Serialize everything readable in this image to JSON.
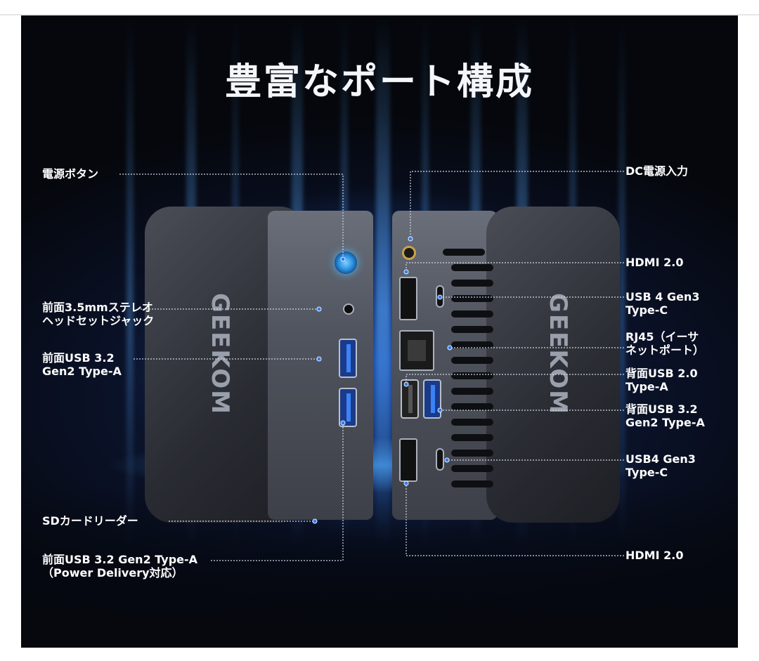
{
  "title": "豊富なポート構成",
  "brand_logo": "GEEKOM",
  "left_labels": {
    "power_button": "電源ボタン",
    "audio_jack_line1": "前面3.5mmステレオ",
    "audio_jack_line2": "ヘッドセットジャック",
    "front_usb_line1": "前面USB 3.2",
    "front_usb_line2": "Gen2 Type-A",
    "sd_reader": "SDカードリーダー",
    "front_usb_pd_line1": "前面USB 3.2 Gen2 Type-A",
    "front_usb_pd_line2": "（Power Delivery対応）"
  },
  "right_labels": {
    "dc_input": "DC電源入力",
    "hdmi_top": "HDMI 2.0",
    "usb4_top_line1": "USB 4 Gen3",
    "usb4_top_line2": "Type-C",
    "rj45_line1": "RJ45（イーサ",
    "rj45_line2": "ネットポート）",
    "rear_usb2_line1": "背面USB 2.0",
    "rear_usb2_line2": "Type-A",
    "rear_usb32_line1": "背面USB 3.2",
    "rear_usb32_line2": "Gen2 Type-A",
    "usb4_bottom_line1": "USB4 Gen3",
    "usb4_bottom_line2": "Type-C",
    "hdmi_bottom": "HDMI 2.0"
  },
  "colors": {
    "accent_blue": "#3b82f6",
    "callout_dot": "#2f7df0",
    "text": "#ffffff"
  }
}
